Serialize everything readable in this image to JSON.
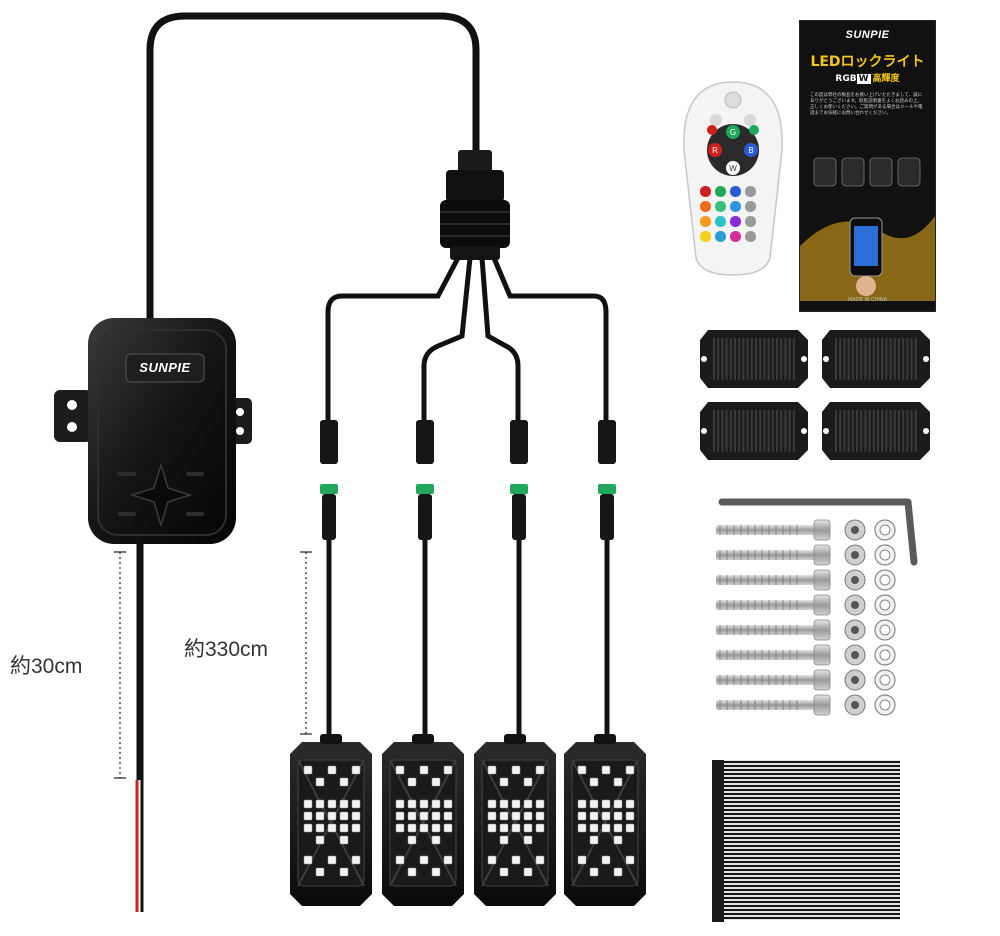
{
  "labels": {
    "main_cable_length": "約30cm",
    "branch_cable_length": "約330cm"
  },
  "brand": "SUNPIE",
  "manual": {
    "brand": "SUNPIE",
    "title": "LEDロックライト",
    "rgbw_prefix": "RGB",
    "rgbw_w": "W",
    "rgbw_suffix": "高輝度",
    "body_text": "この度は弊社の製品をお買い上げいただきまして、誠にありがとうございます。取扱説明書をよくお読みの上、正しくお使いください。ご質問がある場合はメールや電話までお気軽にお問い合わせください。",
    "footer": "MADE IN CHINA"
  },
  "remote": {
    "button_letters": [
      "G",
      "R",
      "B",
      "W"
    ]
  },
  "colors": {
    "cable": "#111111",
    "connector_green": "#1fa85a",
    "wire_red": "#d0201c",
    "accent_yellow": "#f5c518"
  }
}
